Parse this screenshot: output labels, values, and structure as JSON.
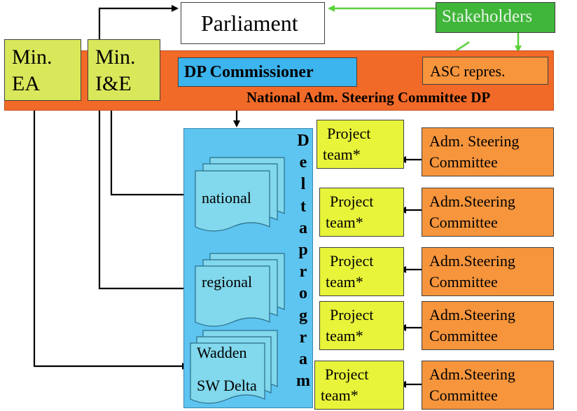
{
  "parliament": "Parliament",
  "stakeholders": "Stakeholders",
  "min_ea": [
    "Min.",
    "EA"
  ],
  "min_ie": [
    "Min.",
    "I&E"
  ],
  "dp_commissioner": "DP Commissioner",
  "asc_repres": "ASC repres.",
  "national_committee": "National Adm. Steering Committee DP",
  "deltaprogram": "Deltaprogram",
  "documents": {
    "national": "national",
    "regional": "regional",
    "wadden": "Wadden",
    "sw_delta": "SW Delta"
  },
  "project_teams": [
    [
      "Project",
      "team*"
    ],
    [
      "Project",
      "team*"
    ],
    [
      "Project",
      "team*"
    ],
    [
      "Project",
      "team*"
    ],
    [
      "Project",
      "team*"
    ]
  ],
  "steering_committees": [
    [
      "Adm. Steering",
      "Committee"
    ],
    [
      "Adm.Steering",
      "Committee"
    ],
    [
      "Adm.Steering",
      "Committee"
    ],
    [
      "Adm.Steering",
      "Committee"
    ],
    [
      "Adm.Steering",
      "Committee"
    ]
  ],
  "colors": {
    "ministry": "#d9e85a",
    "project_team": "#e8f43a",
    "orange_band": "#f26a28",
    "steering": "#f7953c",
    "commissioner": "#3cb4ee",
    "deltaprogram": "#5ec4f0",
    "document": "#82d8ec",
    "stakeholders": "#3fb639",
    "green_arrow": "#5ed13c"
  }
}
